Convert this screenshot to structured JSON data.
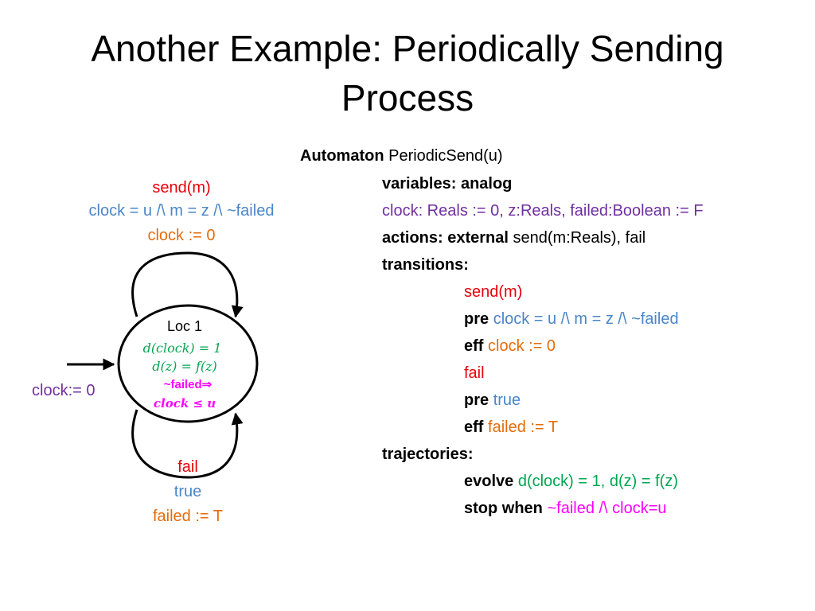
{
  "title": {
    "line1": "Another Example: Periodically Sending",
    "line2": "Process"
  },
  "diagram": {
    "top_transition": {
      "action": "send(m)",
      "guard": "clock = u /\\ m = z /\\ ~failed",
      "effect": "clock := 0"
    },
    "location": {
      "name": "Loc 1",
      "flow1": "d(clock) = 1",
      "flow2": "d(z) = f(z)",
      "invariant_top": "~failed⇒",
      "invariant_bottom": "clock ≤ u"
    },
    "initial": {
      "label": "clock:= 0"
    },
    "bottom_transition": {
      "action": "fail",
      "guard": "true",
      "effect": "failed := T"
    }
  },
  "spec": {
    "header_kw": "Automaton",
    "header_name": "PeriodicSend(u)",
    "variables_kw": "variables: analog",
    "variables_decl": "clock: Reals := 0, z:Reals, failed:Boolean := F",
    "actions_kw": "actions: external",
    "actions_list": "send(m:Reals), fail",
    "transitions_kw": "transitions:",
    "t1_action": "send(m)",
    "t1_pre_kw": "pre",
    "t1_pre": "clock = u /\\ m = z /\\ ~failed",
    "t1_eff_kw": "eff",
    "t1_eff": "clock := 0",
    "t2_action": "fail",
    "t2_pre_kw": "pre",
    "t2_pre": "true",
    "t2_eff_kw": "eff",
    "t2_eff": "failed := T",
    "trajectories_kw": "trajectories:",
    "evolve_kw": "evolve",
    "evolve": "d(clock) = 1, d(z) = f(z)",
    "stop_kw": "stop when",
    "stop": "~failed /\\ clock=u"
  },
  "colors": {
    "action": "#e8000b",
    "guard": "#4a86c8",
    "effect": "#e46c0a",
    "declaration": "#7030a0",
    "flow": "#00a650",
    "invariant": "#ff00ff"
  }
}
